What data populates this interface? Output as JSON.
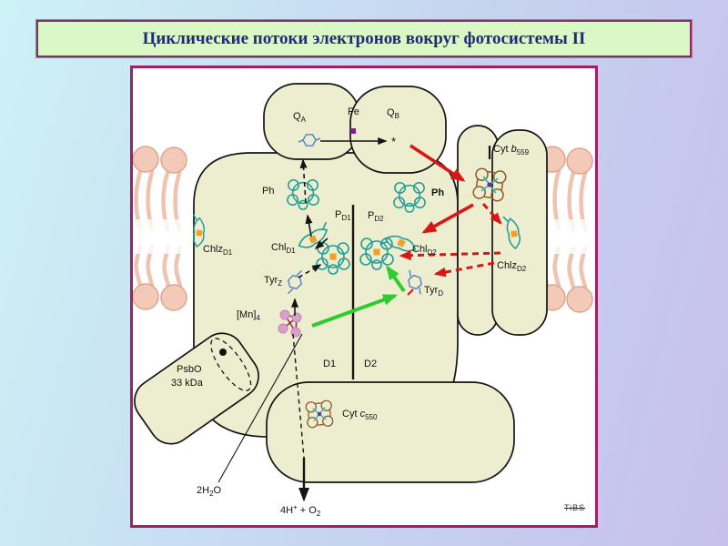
{
  "slide": {
    "title": "Циклические потоки электронов вокруг фотосистемы II"
  },
  "colors": {
    "bg_top_left": "#cdf2f6",
    "bg_mid": "#c6d4f0",
    "bg_right": "#c7c0ec",
    "title_bg": "#d9f8c6",
    "title_text": "#1f2a7e",
    "title_border": "#7d3568",
    "panel_border": "#a02068",
    "protein_fill": "#ededd0",
    "outline": "#141414",
    "membrane_pink": "#f0c2b0",
    "membrane_head": "#f3c9b8",
    "membrane_head_edge": "#dfa38e",
    "chlorophyll_teal": "#1f9e96",
    "chl_center_orange": "#f0a028",
    "quinone_blue": "#5b87c5",
    "heme_brown": "#8a5a28",
    "heme_cross_cyan": "#38b6c8",
    "heme_center_purple": "#7b2d8b",
    "fe_dot_purple": "#8b1a8b",
    "mn_pink": "#d9a0cc",
    "mn_line_red": "#a02848",
    "arrow_black": "#141414",
    "arrow_red": "#dd1414",
    "arrow_green": "#2ecc2e"
  },
  "diagram": {
    "labels": {
      "qa": {
        "parts": [
          [
            "n",
            "Q"
          ],
          [
            "sub",
            "A"
          ]
        ]
      },
      "fe": {
        "parts": [
          [
            "n",
            "Fe"
          ]
        ]
      },
      "qb": {
        "parts": [
          [
            "n",
            "Q"
          ],
          [
            "sub",
            "B"
          ]
        ]
      },
      "asterisk": {
        "parts": [
          [
            "n",
            "*"
          ]
        ]
      },
      "cyt_b559": {
        "parts": [
          [
            "n",
            "Cyt "
          ],
          [
            "i",
            "b"
          ],
          [
            "sub",
            "559"
          ]
        ]
      },
      "ph_left": {
        "parts": [
          [
            "n",
            "Ph"
          ]
        ]
      },
      "ph_right": {
        "parts": [
          [
            "n",
            "Ph"
          ]
        ]
      },
      "pd1": {
        "parts": [
          [
            "n",
            "P"
          ],
          [
            "sub",
            "D1"
          ]
        ]
      },
      "pd2": {
        "parts": [
          [
            "n",
            "P"
          ],
          [
            "sub",
            "D2"
          ]
        ]
      },
      "chlz_d1": {
        "parts": [
          [
            "n",
            "Chlz"
          ],
          [
            "sub",
            "D1"
          ]
        ]
      },
      "chl_d1": {
        "parts": [
          [
            "n",
            "Chl"
          ],
          [
            "sub",
            "D1"
          ]
        ]
      },
      "chl_d2": {
        "parts": [
          [
            "n",
            "Chl"
          ],
          [
            "sub",
            "D2"
          ]
        ]
      },
      "chlz_d2": {
        "parts": [
          [
            "n",
            "Chlz"
          ],
          [
            "sub",
            "D2"
          ]
        ]
      },
      "tyr_z": {
        "parts": [
          [
            "n",
            "Tyr"
          ],
          [
            "sub",
            "Z"
          ]
        ]
      },
      "tyr_d": {
        "parts": [
          [
            "n",
            "Tyr"
          ],
          [
            "sub",
            "D"
          ]
        ]
      },
      "mn4": {
        "parts": [
          [
            "n",
            "[Mn]"
          ],
          [
            "sub",
            "4"
          ]
        ]
      },
      "psbo": {
        "parts": [
          [
            "n",
            "PsbO"
          ]
        ]
      },
      "psbo_kda": {
        "parts": [
          [
            "n",
            "33 kDa"
          ]
        ]
      },
      "d1": {
        "parts": [
          [
            "n",
            "D1"
          ]
        ]
      },
      "d2": {
        "parts": [
          [
            "n",
            "D2"
          ]
        ]
      },
      "cyt_c550": {
        "parts": [
          [
            "n",
            "Cyt "
          ],
          [
            "i",
            "c"
          ],
          [
            "sub",
            "550"
          ]
        ]
      },
      "water": {
        "parts": [
          [
            "n",
            "2H"
          ],
          [
            "sub",
            "2"
          ],
          [
            "n",
            "O"
          ]
        ]
      },
      "protons": {
        "parts": [
          [
            "n",
            "4H"
          ],
          [
            "sup",
            "+"
          ],
          [
            "n",
            " + O"
          ],
          [
            "sub",
            "2"
          ]
        ]
      },
      "tibs": {
        "parts": [
          [
            "n",
            "TiBS"
          ]
        ]
      }
    }
  }
}
